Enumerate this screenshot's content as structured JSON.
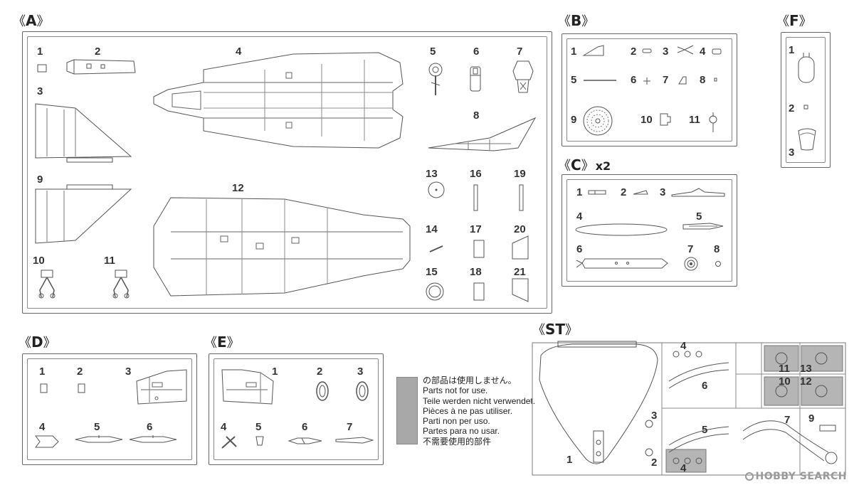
{
  "sprues": {
    "A": {
      "label": "A",
      "parts": [
        "1",
        "2",
        "3",
        "4",
        "5",
        "6",
        "7",
        "8",
        "9",
        "10",
        "11",
        "12",
        "13",
        "14",
        "15",
        "16",
        "17",
        "18",
        "19",
        "20",
        "21"
      ]
    },
    "B": {
      "label": "B",
      "parts": [
        "1",
        "2",
        "3",
        "4",
        "5",
        "6",
        "7",
        "8",
        "9",
        "10",
        "11"
      ]
    },
    "C": {
      "label": "C",
      "qty": "x2",
      "parts": [
        "1",
        "2",
        "3",
        "4",
        "5",
        "6",
        "7",
        "8"
      ]
    },
    "F": {
      "label": "F",
      "parts": [
        "1",
        "2",
        "3"
      ]
    },
    "D": {
      "label": "D",
      "parts": [
        "1",
        "2",
        "3",
        "4",
        "5",
        "6"
      ]
    },
    "E": {
      "label": "E",
      "parts": [
        "1",
        "2",
        "3",
        "4",
        "5",
        "6",
        "7"
      ]
    },
    "ST": {
      "label": "ST",
      "parts": [
        "1",
        "2",
        "3",
        "4",
        "4",
        "5",
        "6",
        "7",
        "9",
        "10",
        "11",
        "12",
        "13"
      ]
    }
  },
  "notice": {
    "lines": [
      "の部品は使用しません。",
      "Parts not for use.",
      "Teile werden nicht verwendet.",
      "Pièces à ne pas utiliser.",
      "Parti non per uso.",
      "Partes para no usar.",
      "不需要使用的部件"
    ],
    "swatch_color": "#a8a8a8"
  },
  "watermark": "HOBBY SEARCH",
  "colors": {
    "line": "#555555",
    "frame": "#666666",
    "unused": "#b5b5b5"
  }
}
